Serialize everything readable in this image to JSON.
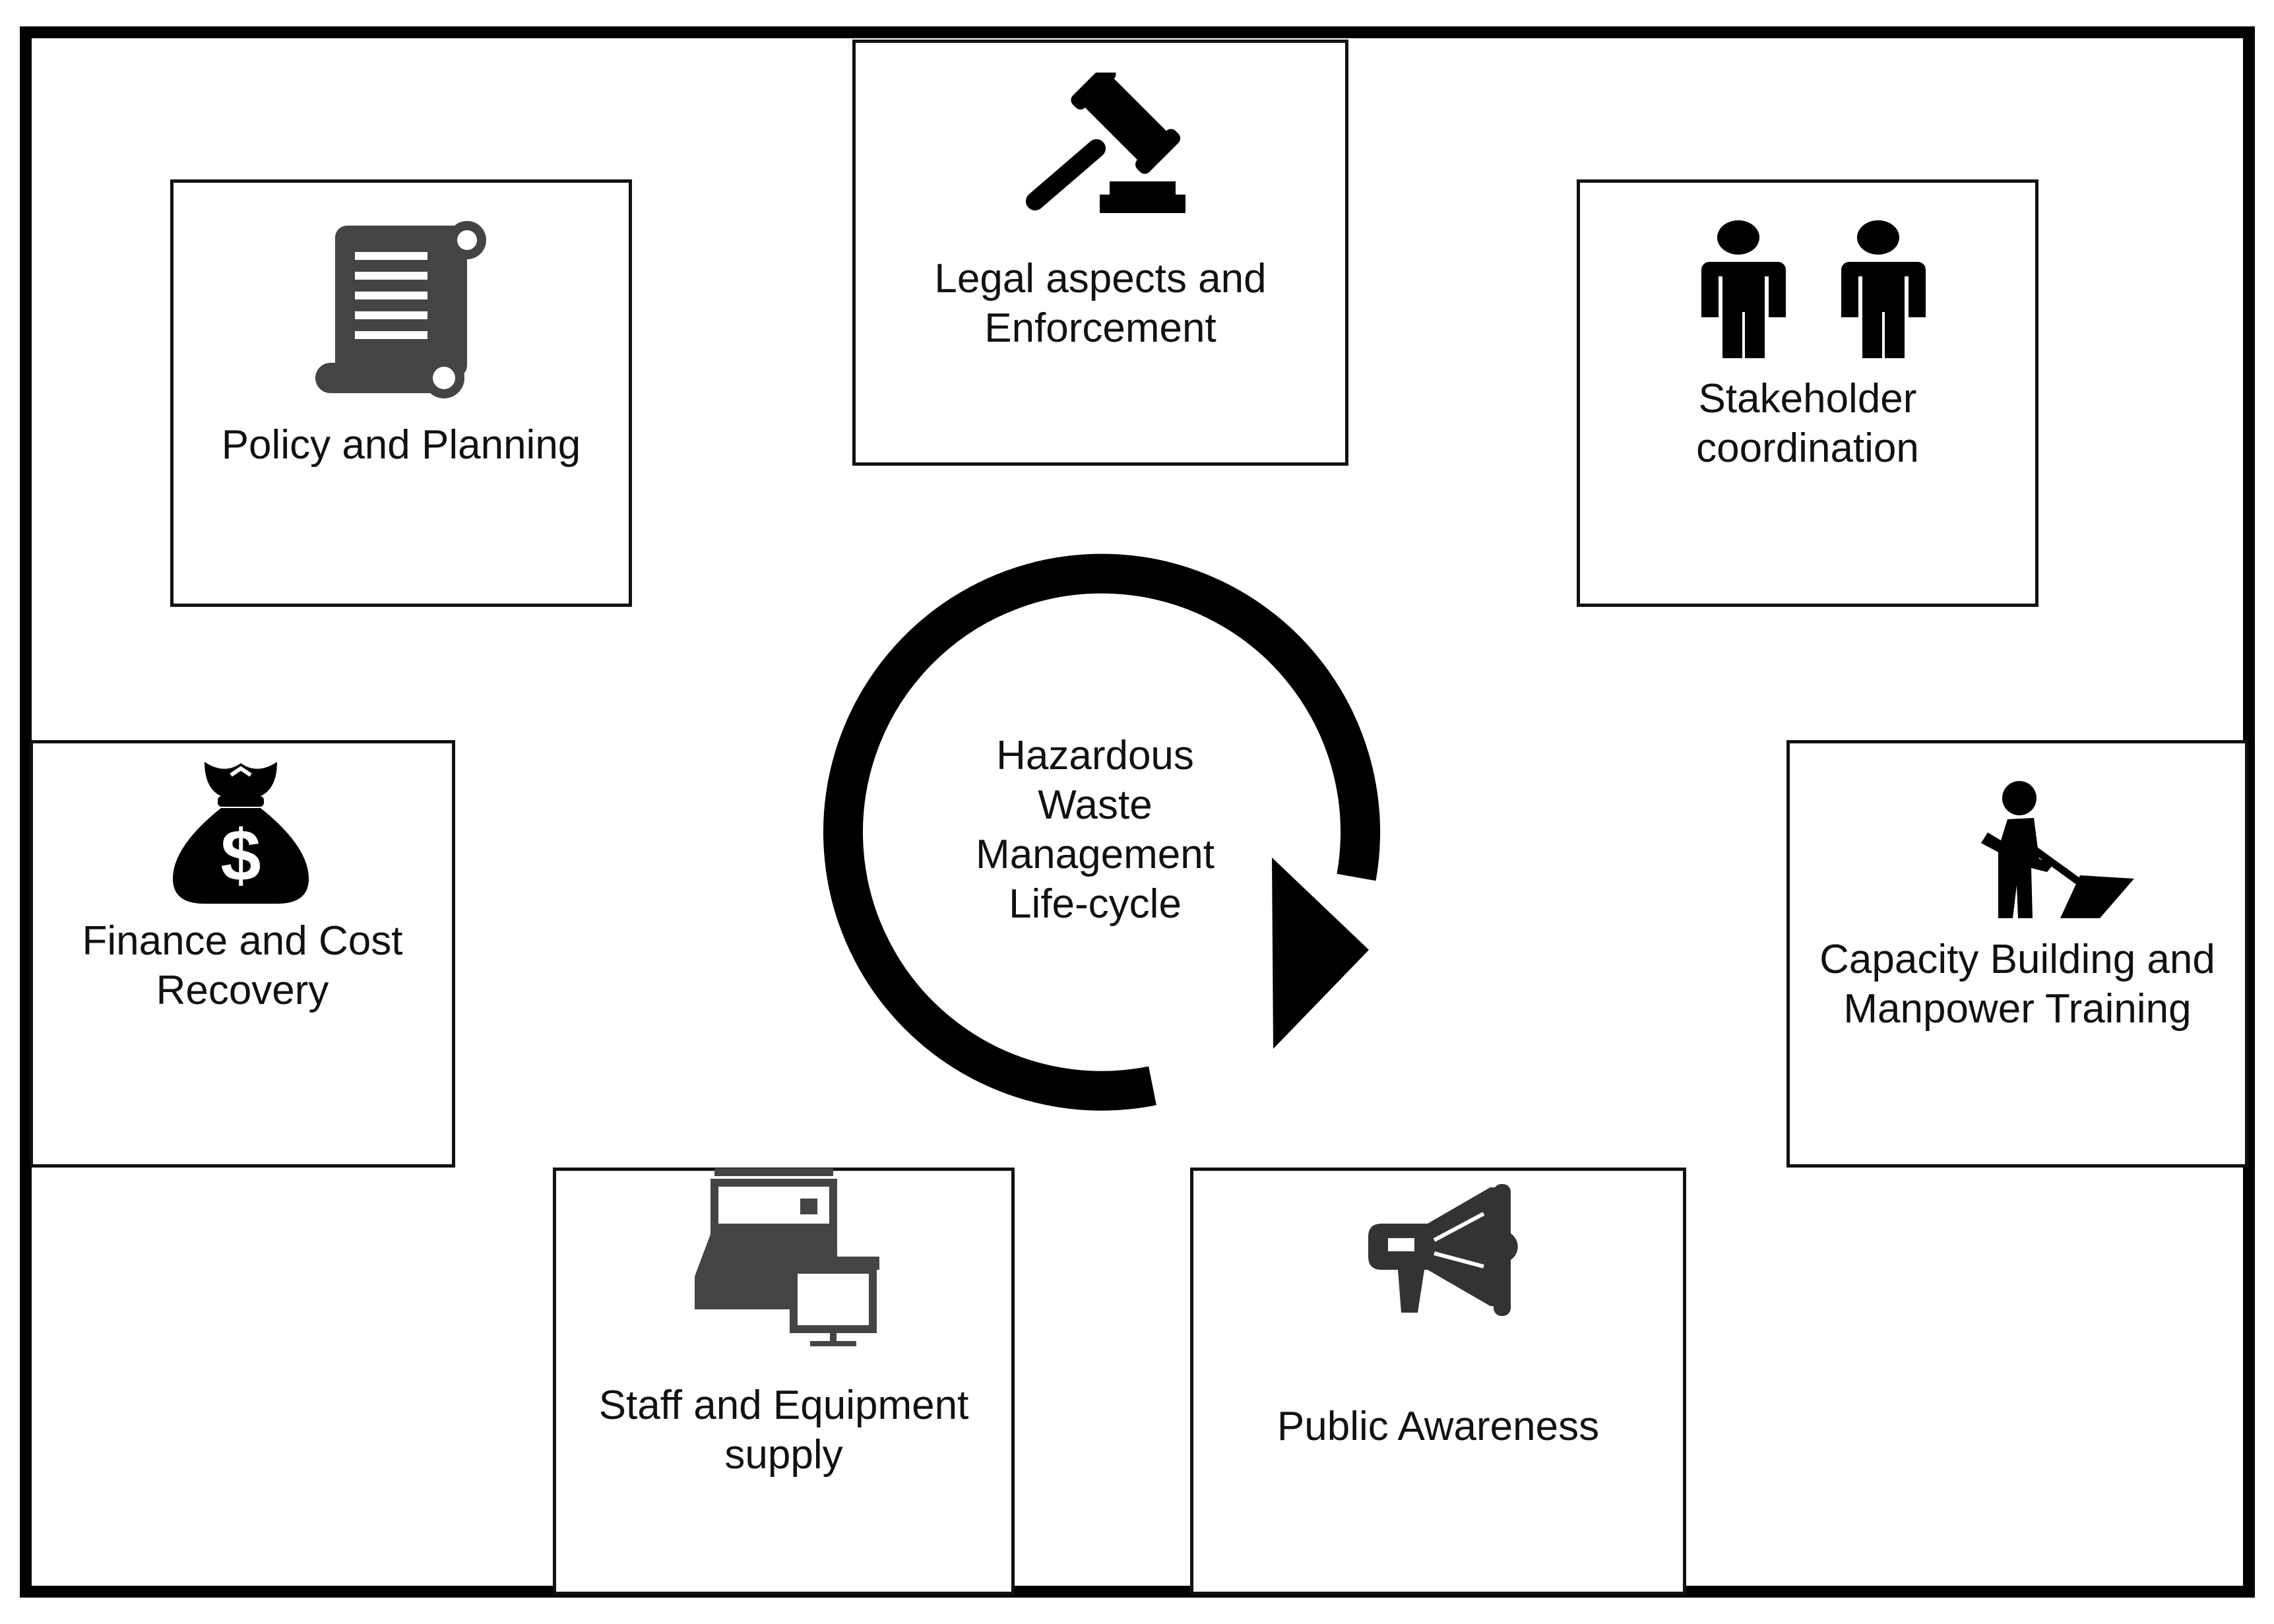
{
  "diagram": {
    "center": {
      "line1": "Hazardous",
      "line2": "Waste",
      "line3": "Management",
      "line4": "Life-cycle"
    },
    "nodes": {
      "legal": {
        "line1": "Legal aspects and",
        "line2": "Enforcement",
        "icon": "gavel-icon"
      },
      "policy": {
        "line1": "Policy and Planning",
        "icon": "scroll-icon"
      },
      "stakeholder": {
        "line1": "Stakeholder",
        "line2": "coordination",
        "icon": "people-icon"
      },
      "finance": {
        "line1": "Finance and Cost",
        "line2": "Recovery",
        "icon": "money-bag-icon"
      },
      "capacity": {
        "line1": "Capacity Building and",
        "line2": "Manpower Training",
        "icon": "worker-shovel-icon"
      },
      "staff": {
        "line1": "Staff and Equipment",
        "line2": "supply",
        "icon": "inbox-presentation-icon"
      },
      "public": {
        "line1": "Public Awareness",
        "icon": "megaphone-icon"
      }
    },
    "colors": {
      "border": "#000000",
      "icon": "#000000",
      "icon_gray": "#444444",
      "background": "#ffffff"
    }
  }
}
